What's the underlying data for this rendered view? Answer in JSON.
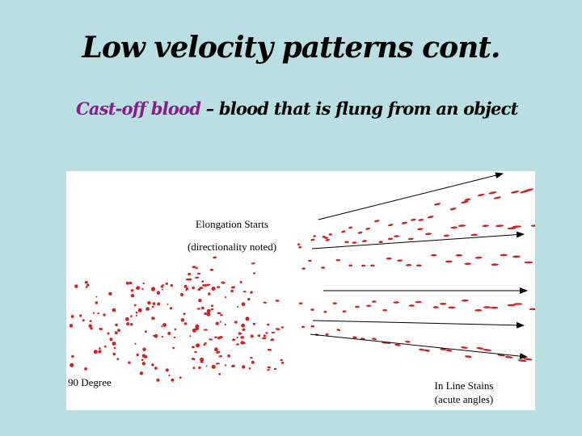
{
  "slide": {
    "title": "Low velocity patterns cont.",
    "subtitle_term": "Cast-off blood",
    "subtitle_rest": " – blood that is flung from an object"
  },
  "figure": {
    "labels": {
      "elongation_line1": "Elongation Starts",
      "elongation_line2": "(directionality noted)",
      "ninety_degree": "90 Degree",
      "inline_line1": "In Line Stains",
      "inline_line2": "(acute angles)"
    },
    "colors": {
      "stain": "#d42020",
      "text": "#000000",
      "background": "#ffffff"
    }
  }
}
